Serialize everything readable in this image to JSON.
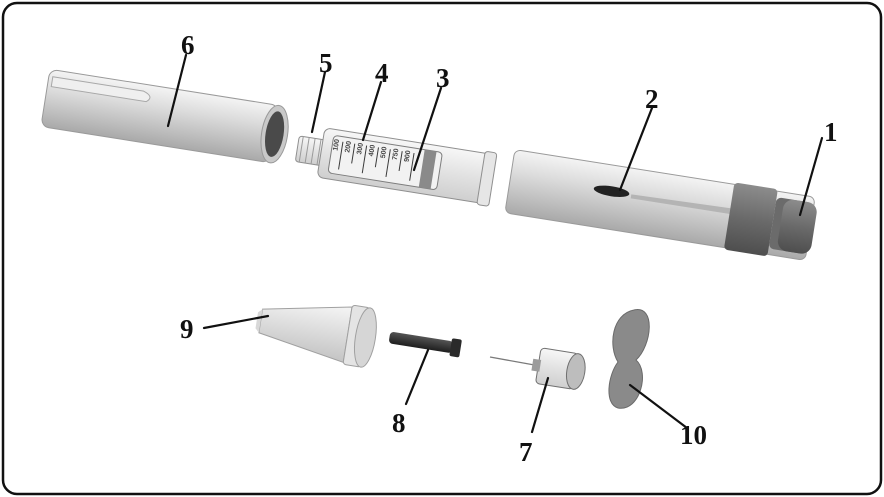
{
  "callouts": [
    {
      "id": "1",
      "label": "1"
    },
    {
      "id": "2",
      "label": "2"
    },
    {
      "id": "3",
      "label": "3"
    },
    {
      "id": "4",
      "label": "4"
    },
    {
      "id": "5",
      "label": "5"
    },
    {
      "id": "6",
      "label": "6"
    },
    {
      "id": "7",
      "label": "7"
    },
    {
      "id": "8",
      "label": "8"
    },
    {
      "id": "9",
      "label": "9"
    },
    {
      "id": "10",
      "label": "10"
    }
  ],
  "cartridge_scale": [
    "100",
    "200",
    "300",
    "400",
    "500",
    "750",
    "900"
  ],
  "colors": {
    "frame": "#111111",
    "pen_body": "#d6d6d6",
    "dose_knob": "#6e6e6e",
    "label_disc": "#8a8a8a"
  }
}
